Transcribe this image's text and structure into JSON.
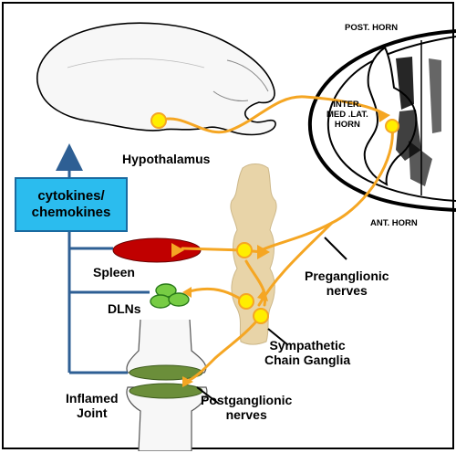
{
  "labels": {
    "post_horn": "POST. HORN",
    "inter_med_lat_horn": [
      "INTER.",
      "MED .LAT.",
      "HORN"
    ],
    "ant_horn": "ANT. HORN",
    "hypothalamus": "Hypothalamus",
    "cytokines": [
      "cytokines/",
      "chemokines"
    ],
    "spleen": "Spleen",
    "dlns": "DLNs",
    "preganglionic": [
      "Preganglionic",
      "nerves"
    ],
    "sympathetic": [
      "Sympathetic",
      "Chain Ganglia"
    ],
    "inflamed_joint": [
      "Inflamed",
      "Joint"
    ],
    "postganglionic": [
      "Postganglionic",
      "nerves"
    ]
  },
  "colors": {
    "nerve": "#f5a623",
    "node": "#ffee00",
    "spleen": "#c00000",
    "lymph": "#77cc44",
    "ganglia": "#e8d4a8",
    "box": "#2bbcee",
    "pathway": "#2e5f94",
    "joint_cartilage": "#6b8e3a"
  }
}
